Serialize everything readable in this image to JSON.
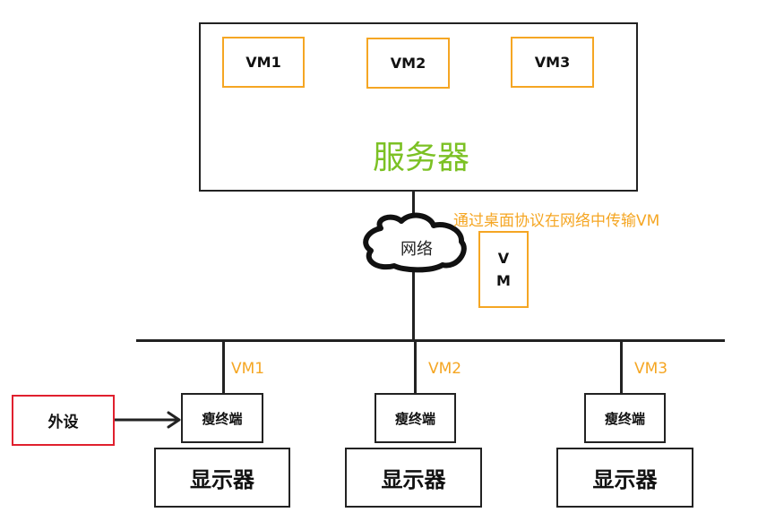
{
  "server": {
    "title": "服务器",
    "vms": [
      "VM1",
      "VM2",
      "VM3"
    ]
  },
  "network": {
    "label": "网络",
    "annotation": "通过桌面协议在网络中传输VM",
    "vm_packet_lines": [
      "V",
      "M"
    ]
  },
  "clients": [
    {
      "vm_label": "VM1",
      "terminal": "瘦终端",
      "display": "显示器"
    },
    {
      "vm_label": "VM2",
      "terminal": "瘦终端",
      "display": "显示器"
    },
    {
      "vm_label": "VM3",
      "terminal": "瘦终端",
      "display": "显示器"
    }
  ],
  "peripheral": {
    "label": "外设"
  },
  "colors": {
    "vm_orange": "#f5a623",
    "server_green": "#7cc124",
    "peripheral_red": "#e0202e",
    "line_black": "#222222"
  }
}
